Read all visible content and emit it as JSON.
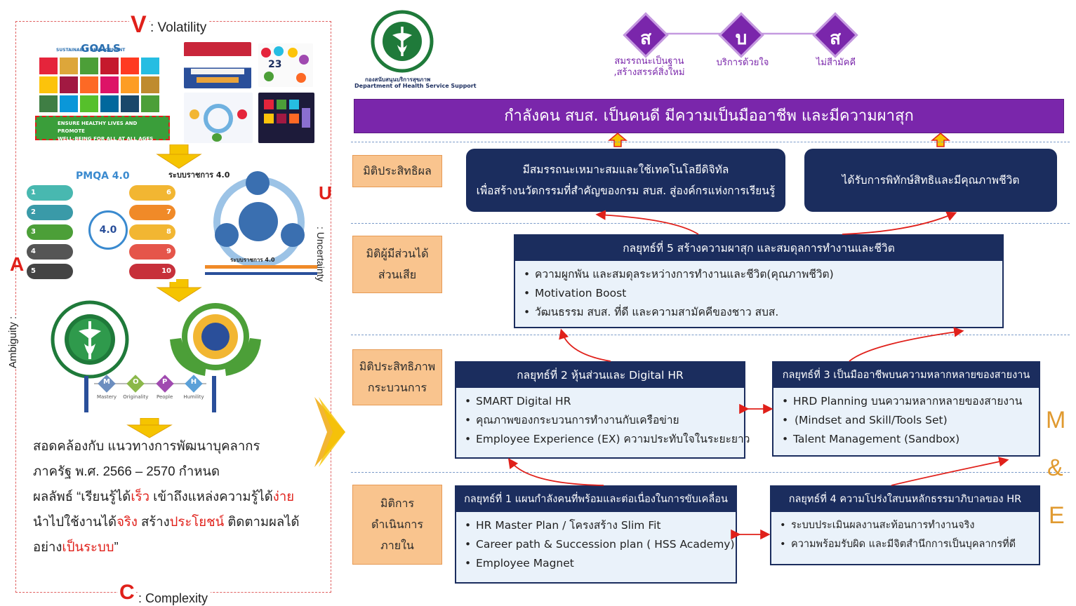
{
  "left": {
    "vuca": {
      "v_letter": "V",
      "v_word": ": Volatility",
      "u_letter": "U",
      "u_word": ": Uncertainty",
      "c_letter": "C",
      "c_word": ": Complexity",
      "a_letter": "A",
      "a_word": "Ambiguity :"
    },
    "sdg": {
      "title_small": "SUSTAINABLE DEVELOPMENT",
      "title_big": "GOALS",
      "banner_line1": "ENSURE HEALTHY LIVES AND PROMOTE",
      "banner_line2": "WELL-BEING FOR ALL AT ALL AGES",
      "tile_colors": [
        "#e5243b",
        "#dda63a",
        "#4c9f38",
        "#c5192d",
        "#ff3a21",
        "#26bde2",
        "#fcc30b",
        "#a21942",
        "#fd6925",
        "#dd1367",
        "#fd9d24",
        "#bf8b2e",
        "#3f7e44",
        "#0a97d9",
        "#56c02b",
        "#00689d",
        "#19486a",
        "#4c9f38"
      ]
    },
    "thumbs": {
      "badge_number": "23"
    },
    "pmqa": {
      "title": "PMQA 4.0",
      "center": "4.0",
      "pill_numbers": [
        "1",
        "2",
        "3",
        "4",
        "5",
        "6",
        "7",
        "8",
        "9",
        "10"
      ]
    },
    "system40": {
      "title": "ระบบราชการ 4.0",
      "center_caption": "ระบบราชการ 4.0"
    },
    "mophi": {
      "letters": [
        "M",
        "O",
        "P",
        "H"
      ],
      "words": [
        "Mastery",
        "Originality",
        "People",
        "Humility"
      ],
      "colors": [
        "#6c8ebf",
        "#8bb84a",
        "#a04ab0",
        "#5aa0d8"
      ]
    },
    "paragraph": {
      "p1": "สอดคล้องกับ แนวทางการพัฒนาบุคลากร",
      "p2": "ภาครัฐ พ.ศ. 2566 – 2570 กำหนด",
      "p3a": "ผลลัพธ์ “เรียนรู้ได้",
      "p3b": "เร็ว",
      "p3c": " เข้าถึงแหล่งความรู้ได้",
      "p3d": "ง่าย",
      "p4a": "นำไปใช้งานได้",
      "p4b": "จริง",
      "p4c": " สร้าง",
      "p4d": "ประโยชน์",
      "p4e": " ติดตามผลได้",
      "p5a": "อย่าง",
      "p5b": "เป็นระบบ",
      "p5c": "”"
    }
  },
  "header": {
    "emblem_caption1": "กองสนับสนุนบริการสุขภาพ",
    "emblem_caption2": "Department of Health Service Support",
    "values": [
      {
        "letter": "ส",
        "caption1": "สมรรถนะเป็นฐาน",
        "caption2": ",สร้างสรรค์สิ่งใหม่"
      },
      {
        "letter": "บ",
        "caption1": "บริการด้วยใจ",
        "caption2": ""
      },
      {
        "letter": "ส",
        "caption1": "ไม่สีามัคคี",
        "caption2": ""
      }
    ],
    "vision": "กำลังคน สบส. เป็นคนดี มีความเป็นมืออาชีพ และมีความผาสุก"
  },
  "dimensions": {
    "effectiveness": "มิติประสิทธิผล",
    "stakeholder_l1": "มิติผู้มีส่วนได้",
    "stakeholder_l2": "ส่วนเสีย",
    "process_l1": "มิติประสิทธิภาพ",
    "process_l2": "กระบวนการ",
    "internal_l1": "มิติการ",
    "internal_l2": "ดำเนินการ",
    "internal_l3": "ภายใน"
  },
  "outcomes": {
    "left_l1": "มีสมรรถนะเหมาะสมและใช้เทคโนโลยีดิจิทัล",
    "left_l2": "เพื่อสร้างนวัตกรรมที่สำคัญของกรม สบส. สู่องค์กรแห่งการเรียนรู้",
    "right": "ได้รับการพิทักษ์สิทธิและมีคุณภาพชีวิต"
  },
  "strategies": {
    "s5": {
      "title": "กลยุทธ์ที่ 5  สร้างความผาสุก และสมดุลการทำงานและชีวิต",
      "items": [
        "ความผูกพัน และสมดุลระหว่างการทำงานและชีวิต(คุณภาพชีวิต)",
        "Motivation Boost",
        "วัฒนธรรม สบส. ที่ดี  และความสามัคคีของชาว สบส."
      ]
    },
    "s2": {
      "title": "กลยุทธ์ที่ 2 หุ้นส่วนและ Digital HR",
      "items": [
        "SMART Digital HR",
        "คุณภาพของกระบวนการทำงานกับเครือข่าย",
        "Employee Experience (EX) ความประทับใจในระยะยาว"
      ]
    },
    "s3": {
      "title": "กลยุทธ์ที่ 3 เป็นมืออาชีพบนความหลากหลายของสายงาน",
      "items": [
        "HRD Planning บนความหลากหลายของสายงาน",
        "(Mindset and Skill/Tools Set)",
        "Talent Management (Sandbox)"
      ]
    },
    "s1": {
      "title": "กลยุทธ์ที่ 1 แผนกำลังคนที่พร้อมและต่อเนื่องในการขับเคลื่อน",
      "items": [
        "HR Master Plan / โครงสร้าง Slim Fit",
        "Career path & Succession plan ( HSS Academy)",
        "Employee Magnet"
      ]
    },
    "s4": {
      "title": "กลยุทธ์ที่ 4 ความโปร่งใสบนหลักธรรมาภิบาลของ HR",
      "items": [
        "ระบบประเมินผลงานสะท้อนการทำงานจริง",
        "ความพร้อมรับผิด และมีจิตสำนึกการเป็นบุคลากรที่ดี"
      ]
    }
  },
  "me": {
    "m": "M",
    "amp": "&",
    "e": "E"
  },
  "colors": {
    "purple": "#7a26ab",
    "navy": "#1b2d5e",
    "orange": "#f9c48e",
    "red": "#e0201a",
    "yellow": "#f5c400",
    "gold": "#f2b632"
  }
}
